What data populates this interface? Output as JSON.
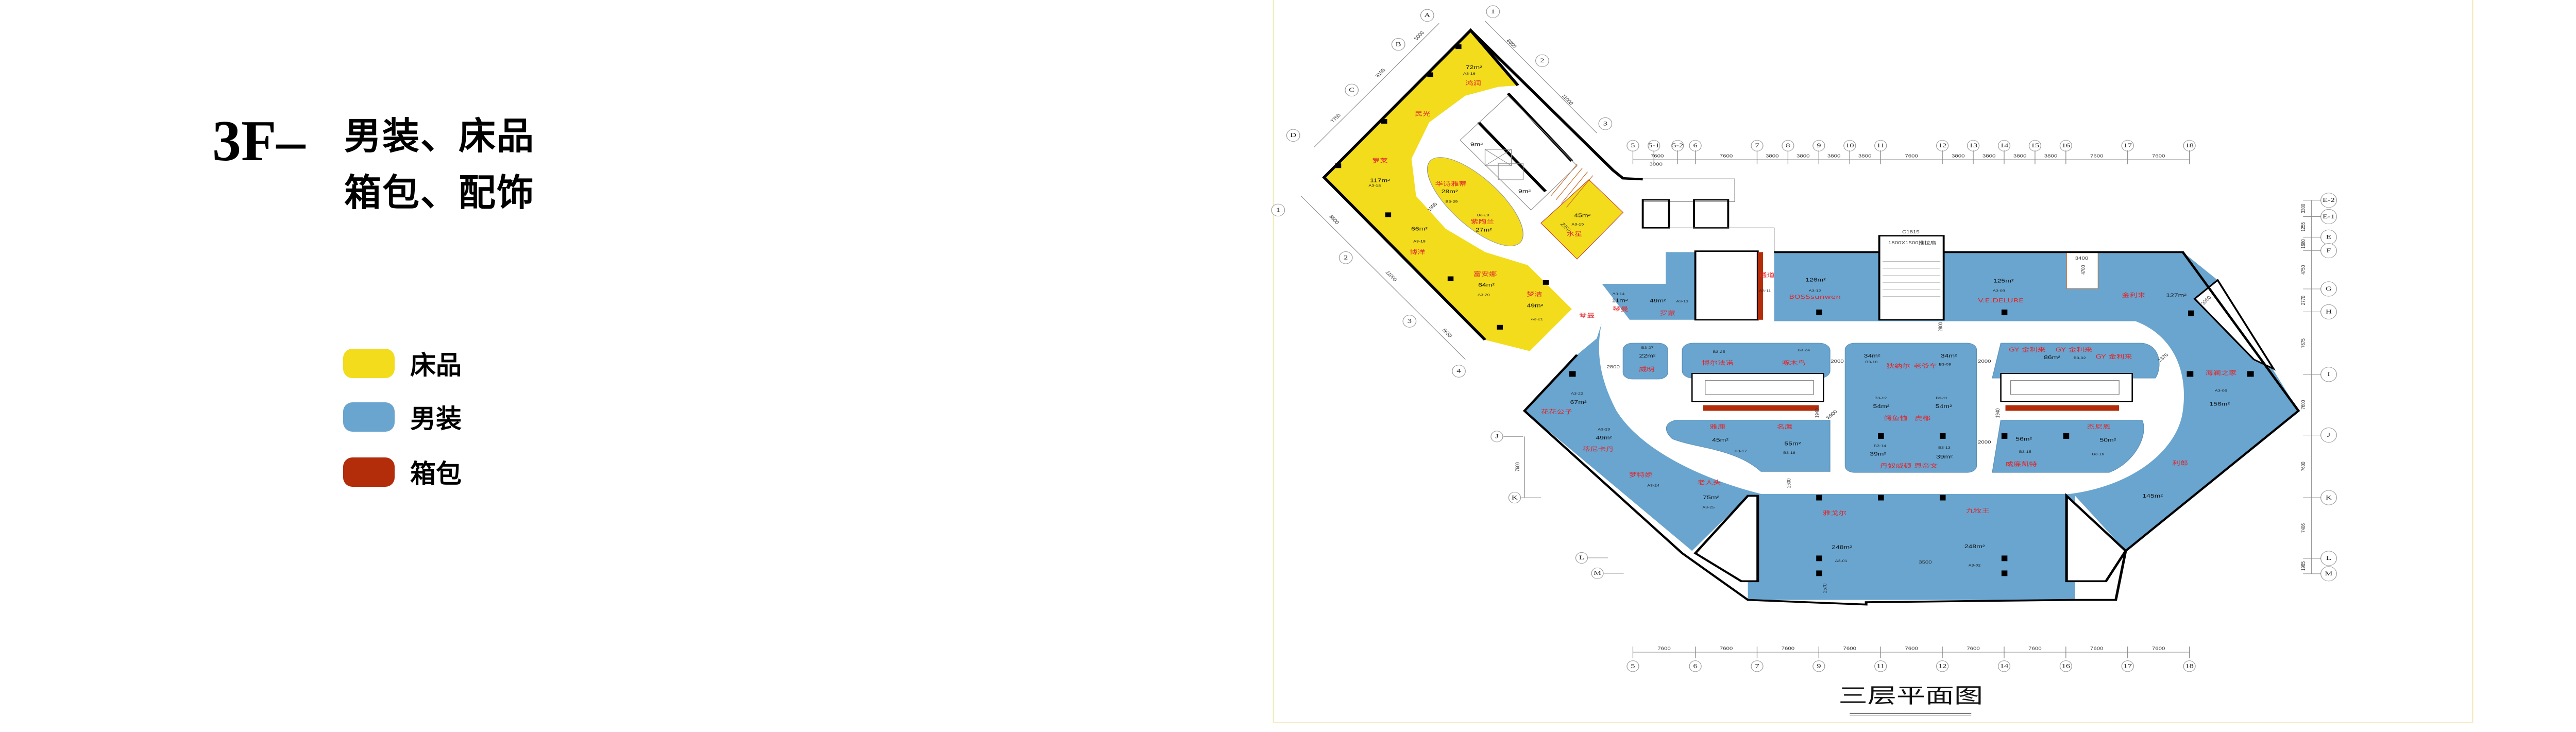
{
  "header": {
    "floor": "3F–",
    "categories_line1": "男装、床品",
    "categories_line2": "箱包、配饰"
  },
  "legend": [
    {
      "label": "床品",
      "color": "#F2DC1C"
    },
    {
      "label": "男装",
      "color": "#69A5CF"
    },
    {
      "label": "箱包",
      "color": "#B32D0A"
    }
  ],
  "plan": {
    "title": "三层平面图",
    "door_code": "C1815",
    "door_desc": "1800X1500推拉扇",
    "corridor_label": "通道",
    "corridor_code": "A3-11",
    "small_rooms": [
      "9m²",
      "9m²"
    ],
    "top_axis": {
      "labels": [
        "5",
        "5-1",
        "5-2",
        "6",
        "7",
        "8",
        "9",
        "10",
        "11",
        "12",
        "13",
        "14",
        "15",
        "16",
        "17",
        "18"
      ],
      "dims": [
        "7600",
        "7600",
        "3800",
        "3800",
        "3800",
        "3800",
        "7600",
        "3800",
        "3800",
        "3800",
        "3800",
        "7600",
        "7600"
      ],
      "sub_dim": "3000"
    },
    "bottom_axis": {
      "labels": [
        "5",
        "6",
        "7",
        "9",
        "11",
        "12",
        "14",
        "16",
        "17",
        "18"
      ],
      "dims": [
        "7600",
        "7600",
        "7600",
        "7600",
        "7600",
        "7600",
        "7600",
        "7600",
        "7600"
      ]
    },
    "right_axis": {
      "labels": [
        "E-2",
        "E-1",
        "E",
        "F",
        "G",
        "H",
        "I",
        "J",
        "K",
        "L",
        "M"
      ],
      "dims": [
        "3300",
        "1255",
        "1680",
        "4750",
        "2770",
        "7675",
        "7600",
        "7600",
        "7406",
        "1965"
      ]
    },
    "left_axis": {
      "labels": [
        "J",
        "K",
        "L",
        "M"
      ],
      "dim": "7600"
    },
    "wing_axis": {
      "labels": [
        "A",
        "B",
        "C",
        "D",
        "1",
        "2",
        "3",
        "1",
        "2",
        "3",
        "4"
      ],
      "dims": [
        "5000",
        "8100",
        "7750",
        "8600",
        "11000",
        "8600",
        "11000",
        "8650"
      ]
    },
    "inner_dims": [
      "2800",
      "2000",
      "2000",
      "2000",
      "1940",
      "1940",
      "R900",
      "2600",
      "2570",
      "3500",
      "2370",
      "3360",
      "3400",
      "4700",
      "1800",
      "2350",
      "2800"
    ],
    "stores": [
      {
        "name": "鸿润",
        "area": "72m²",
        "code": "A3-16",
        "category": "床品"
      },
      {
        "name": "民光",
        "area": "",
        "code": "",
        "category": "床品"
      },
      {
        "name": "罗莱",
        "area": "117m²",
        "code": "A3-18",
        "category": "床品"
      },
      {
        "name": "华诗雅蒂",
        "area": "28m²",
        "code": "B3-29",
        "category": "床品"
      },
      {
        "name": "紫陶兰",
        "area": "27m²",
        "code": "B3-28",
        "category": "床品"
      },
      {
        "name": "博洋",
        "area": "66m²",
        "code": "A3-19",
        "category": "床品"
      },
      {
        "name": "富安娜",
        "area": "64m²",
        "code": "A3-20",
        "category": "床品"
      },
      {
        "name": "梦洁",
        "area": "49m²",
        "code": "A3-21",
        "category": "床品"
      },
      {
        "name": "水星",
        "area": "45m²",
        "code": "A3-15",
        "category": "床品"
      },
      {
        "name": "琴曼",
        "area": "11m²",
        "code": "A3-14",
        "category": "男装"
      },
      {
        "name": "罗蒙",
        "area": "49m²",
        "code": "A3-13",
        "category": "男装"
      },
      {
        "name": "琴曼",
        "area": "",
        "code": "",
        "category": "男装"
      },
      {
        "name": "BOSSsunwen",
        "area": "126m²",
        "code": "A3-12",
        "category": "男装"
      },
      {
        "name": "V.E.DELURE",
        "area": "125m²",
        "code": "A3-09",
        "category": "男装"
      },
      {
        "name": "金利来",
        "area": "127m²",
        "code": "",
        "category": "男装"
      },
      {
        "name": "海澜之家",
        "area": "156m²",
        "code": "A3-06",
        "category": "男装"
      },
      {
        "name": "利郎",
        "area": "145m²",
        "code": "",
        "category": "男装"
      },
      {
        "name": "九牧王",
        "area": "248m²",
        "code": "A3-02",
        "category": "男装"
      },
      {
        "name": "雅戈尔",
        "area": "248m²",
        "code": "A3-01",
        "category": "男装"
      },
      {
        "name": "老人头",
        "area": "75m²",
        "code": "A3-25",
        "category": "男装"
      },
      {
        "name": "梦特娇",
        "area": "",
        "code": "A3-24",
        "category": "男装"
      },
      {
        "name": "蒂尼卡丹",
        "area": "49m²",
        "code": "A3-23",
        "category": "男装"
      },
      {
        "name": "花花公子",
        "area": "67m²",
        "code": "A3-22",
        "category": "男装"
      },
      {
        "name": "威明",
        "area": "22m²",
        "code": "B3-27",
        "category": "男装"
      },
      {
        "name": "博尔法诺",
        "area": "",
        "code": "B3-25",
        "category": "男装"
      },
      {
        "name": "啄木鸟",
        "area": "",
        "code": "B3-24",
        "category": "男装"
      },
      {
        "name": "雅鹿",
        "area": "45m²",
        "code": "B3-17",
        "category": "男装"
      },
      {
        "name": "名鹰",
        "area": "55m²",
        "code": "B3-18",
        "category": "男装"
      },
      {
        "name": "狄纳尔",
        "area": "34m²",
        "code": "B3-10",
        "category": "男装"
      },
      {
        "name": "老爷车",
        "area": "34m²",
        "code": "B3-09",
        "category": "男装"
      },
      {
        "name": "鳄鱼恤",
        "area": "54m²",
        "code": "B3-12",
        "category": "男装"
      },
      {
        "name": "虎都",
        "area": "54m²",
        "code": "B3-11",
        "category": "男装"
      },
      {
        "name": "丹奴威顿",
        "area": "39m²",
        "code": "B3-14",
        "category": "男装"
      },
      {
        "name": "恩帝文",
        "area": "39m²",
        "code": "B3-13",
        "category": "男装"
      },
      {
        "name": "GY 金利来",
        "area": "86m²",
        "code": "B3-02",
        "category": "男装"
      },
      {
        "name": "威廉凯特",
        "area": "56m²",
        "code": "B3-15",
        "category": "男装"
      },
      {
        "name": "杰尼恩",
        "area": "50m²",
        "code": "B3-16",
        "category": "男装"
      }
    ]
  }
}
